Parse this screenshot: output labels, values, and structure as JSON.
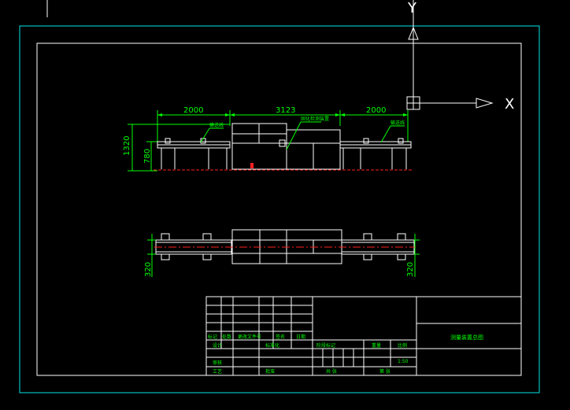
{
  "axes": {
    "x_label": "X",
    "y_label": "Y"
  },
  "dimensions": {
    "top": [
      "2000",
      "3123",
      "2000"
    ],
    "height_total": "1320",
    "height_table": "780",
    "depth_left": "320",
    "depth_right": "320"
  },
  "labels": {
    "left_conveyor": "输送线",
    "middle_unit": "固化检测装置",
    "right_conveyor": "输送线"
  },
  "title_block": {
    "drawing_name": "测量装置总图",
    "scale": "1:50",
    "row_labels": [
      "标记",
      "处数",
      "更改文件号",
      "签名",
      "日期"
    ],
    "designer": "设计",
    "standardization": "标准化",
    "stage_mark": "阶段标记",
    "weight": "重量",
    "ratio": "比例",
    "review": "审核",
    "process": "工艺",
    "approve": "批准",
    "sheets_total": "共   张",
    "sheet_no": "第   张"
  },
  "colors": {
    "border": "#00e5e5",
    "frame": "#ffffff",
    "dimension": "#00ff00",
    "centerline": "#ff2020"
  }
}
